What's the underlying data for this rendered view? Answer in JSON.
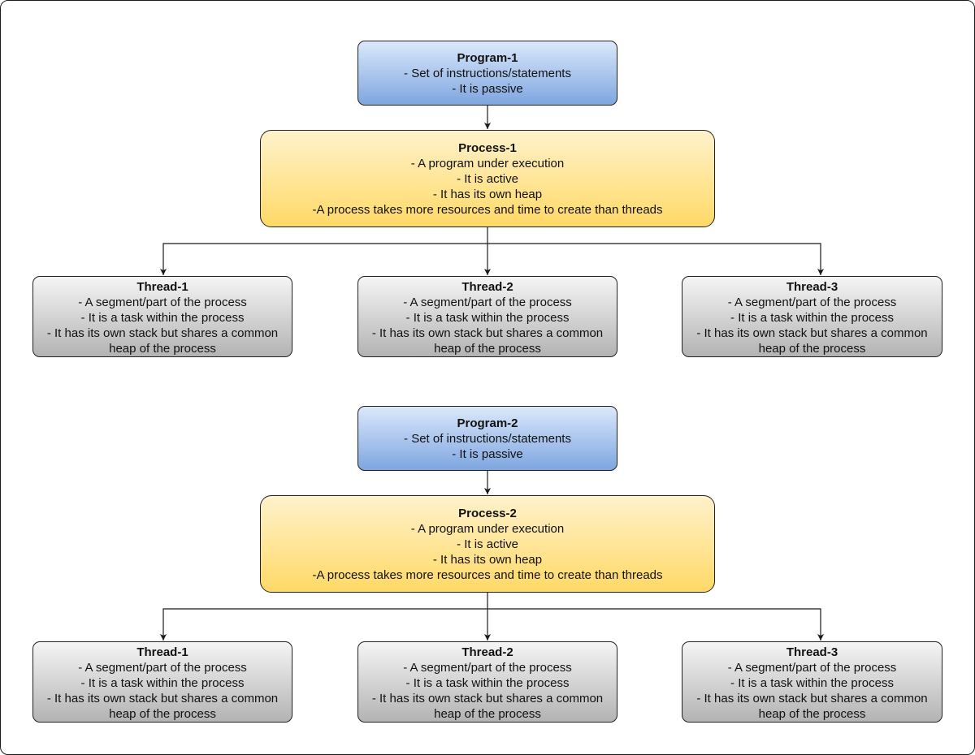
{
  "groups": [
    {
      "program": {
        "title": "Program-1",
        "lines": [
          "- Set of instructions/statements",
          "- It is passive"
        ]
      },
      "process": {
        "title": "Process-1",
        "lines": [
          "- A program under execution",
          "- It is active",
          "- It has its own heap",
          "-A process takes more resources and time to create than threads"
        ]
      },
      "threads": [
        {
          "title": "Thread-1",
          "lines": [
            "- A segment/part of the process",
            "- It is a task within the process",
            "- It has its own stack but shares a common",
            "heap of the process"
          ]
        },
        {
          "title": "Thread-2",
          "lines": [
            "- A segment/part of the process",
            "- It is a task within the process",
            "- It has its own stack but shares a common",
            "heap of the process"
          ]
        },
        {
          "title": "Thread-3",
          "lines": [
            "- A segment/part of the process",
            "- It is a task within the process",
            "- It has its own stack but shares a common",
            "heap of the process"
          ]
        }
      ]
    },
    {
      "program": {
        "title": "Program-2",
        "lines": [
          "- Set of instructions/statements",
          "- It is passive"
        ]
      },
      "process": {
        "title": "Process-2",
        "lines": [
          "- A program under execution",
          "- It is active",
          "- It has its own heap",
          "-A process takes more resources and time to create than threads"
        ]
      },
      "threads": [
        {
          "title": "Thread-1",
          "lines": [
            "- A segment/part of the process",
            "- It is a task within the process",
            "- It has its own stack but shares a common",
            "heap of the process"
          ]
        },
        {
          "title": "Thread-2",
          "lines": [
            "- A segment/part of the process",
            "- It is a task within the process",
            "- It has its own stack but shares a common",
            "heap of the process"
          ]
        },
        {
          "title": "Thread-3",
          "lines": [
            "- A segment/part of the process",
            "- It is a task within the process",
            "- It has its own stack but shares a common",
            "heap of the process"
          ]
        }
      ]
    }
  ]
}
